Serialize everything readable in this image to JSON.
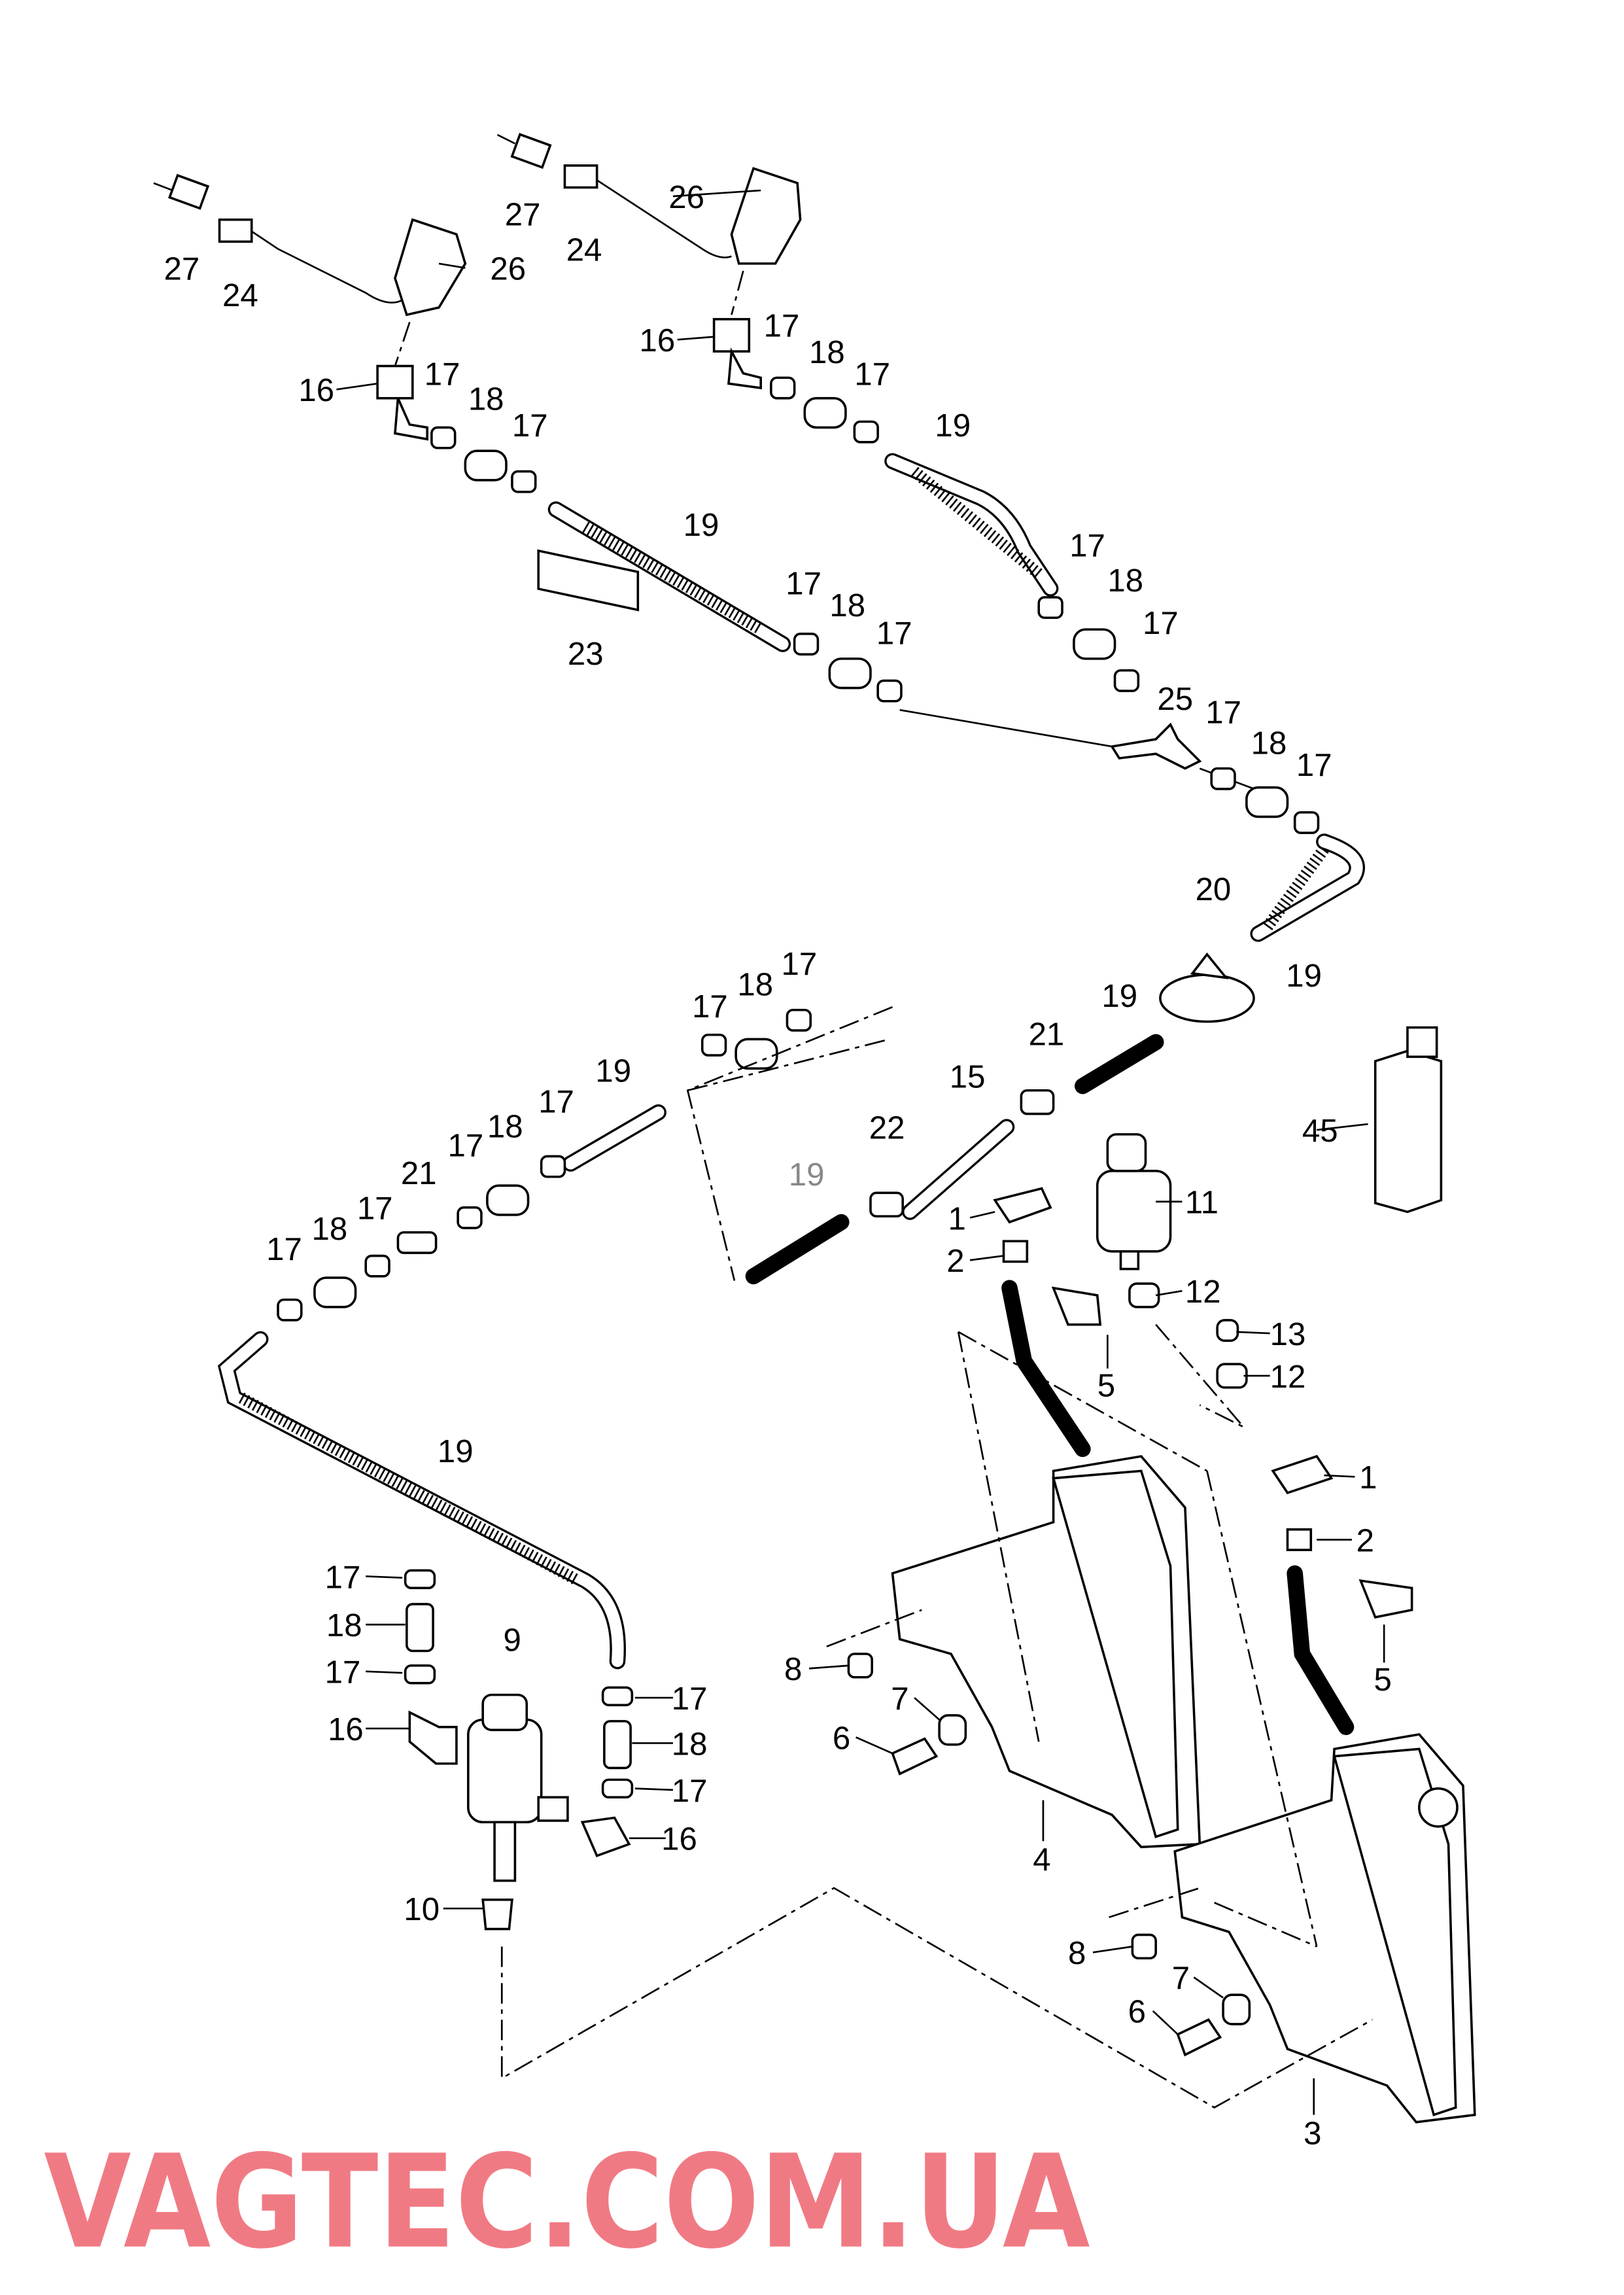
{
  "diagram": {
    "watermark": "VAGTEC.COM.UA",
    "callouts": [
      "27",
      "24",
      "26",
      "27",
      "24",
      "26",
      "16",
      "17",
      "18",
      "17",
      "16",
      "17",
      "18",
      "17",
      "19",
      "23",
      "19",
      "17",
      "18",
      "17",
      "17",
      "18",
      "17",
      "25",
      "17",
      "18",
      "17",
      "20",
      "19",
      "19",
      "21",
      "15",
      "22",
      "17",
      "18",
      "17",
      "19",
      "17",
      "18",
      "17",
      "21",
      "17",
      "18",
      "17",
      "19",
      "1",
      "2",
      "11",
      "12",
      "5",
      "13",
      "12",
      "45",
      "19",
      "17",
      "18",
      "17",
      "16",
      "9",
      "17",
      "18",
      "17",
      "16",
      "10",
      "8",
      "7",
      "6",
      "4",
      "1",
      "2",
      "5",
      "8",
      "7",
      "6",
      "3"
    ]
  }
}
